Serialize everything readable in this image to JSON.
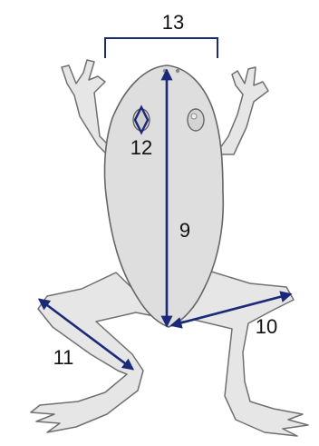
{
  "figure": {
    "labels": {
      "snout_vent_length": "9",
      "thigh_length": "10",
      "tibia_length": "11",
      "eye_diameter": "12",
      "head_width": "13"
    },
    "colors": {
      "arrow": "#1a2a78",
      "outline": "#666666",
      "body_fill": "#dedede",
      "text": "#111111"
    },
    "icons": [
      "frog-illustration",
      "double-headed-arrow"
    ]
  }
}
